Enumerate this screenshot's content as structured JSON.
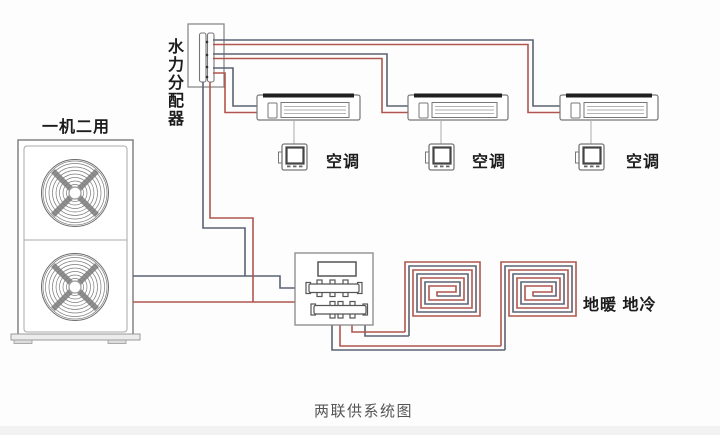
{
  "diagram": {
    "title": "两联供系统图",
    "heat_pump": {
      "label": "一机二用"
    },
    "distributor": {
      "label": "水力分配器"
    },
    "ac_units": [
      {
        "label": "空调"
      },
      {
        "label": "空调"
      },
      {
        "label": "空调"
      }
    ],
    "floor_circuits": {
      "label": "地暖 地冷"
    },
    "colors": {
      "hot_pipe": "#b0564e",
      "cold_pipe": "#5b6373"
    }
  }
}
